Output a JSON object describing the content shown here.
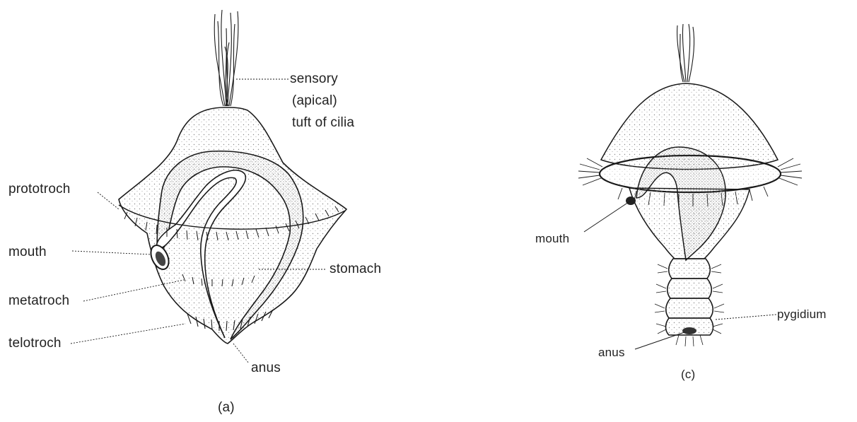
{
  "figure_a": {
    "labels": {
      "sensory_line1": "sensory",
      "sensory_line2": "(apical)",
      "sensory_line3": "tuft of cilia",
      "prototroch": "prototroch",
      "mouth": "mouth",
      "metatroch": "metatroch",
      "telotroch": "telotroch",
      "stomach": "stomach",
      "anus": "anus"
    },
    "caption": "(a)"
  },
  "figure_c": {
    "labels": {
      "mouth": "mouth",
      "pygidium": "pygidium",
      "anus": "anus"
    },
    "caption": "(c)"
  },
  "colors": {
    "ink": "#1a1a1a",
    "stipple": "#7a7a7a",
    "background": "#ffffff"
  }
}
